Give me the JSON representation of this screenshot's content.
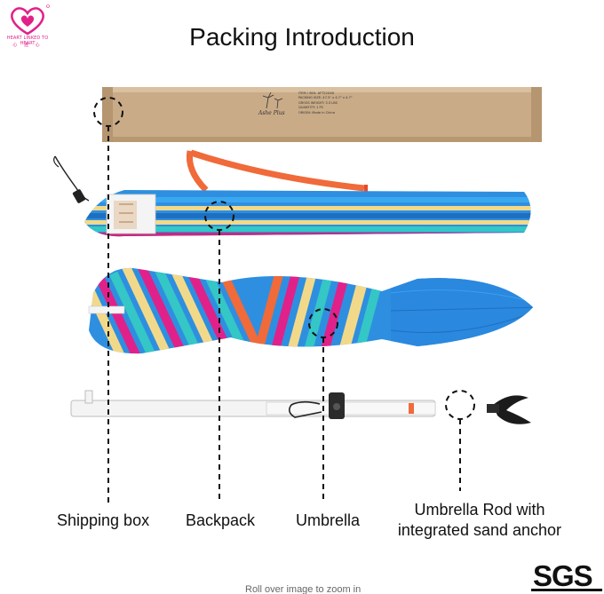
{
  "logo": {
    "name": "HEART LINKED TO HEART",
    "sub": "心 连 心",
    "color": "#e0218a"
  },
  "title": "Packing Introduction",
  "box_label": {
    "brand": "Ashe Plus",
    "lines": [
      "ITEM / SKU: AFT22XXX",
      "PACKING SIZE: 47.5\" x 4.7\" x 4.7\"",
      "GROSS WEIGHT: 3.3 LBS",
      "QUANTITY: 1 PC",
      "ORIGIN: Made in China"
    ]
  },
  "captions": {
    "box": "Shipping box",
    "backpack": "Backpack",
    "umbrella": "Umbrella",
    "rod_line1": "Umbrella Rod with",
    "rod_line2": "integrated sand anchor"
  },
  "sgs": "SGS",
  "rollover": "Roll over image to zoom in",
  "colors": {
    "box": "#c9ab87",
    "blue": "#2e8fe0",
    "pink": "#e0218a",
    "yellow": "#f2d98a",
    "orange": "#f06a3a",
    "teal": "#35c6c6",
    "rod": "#f4f4f4"
  }
}
